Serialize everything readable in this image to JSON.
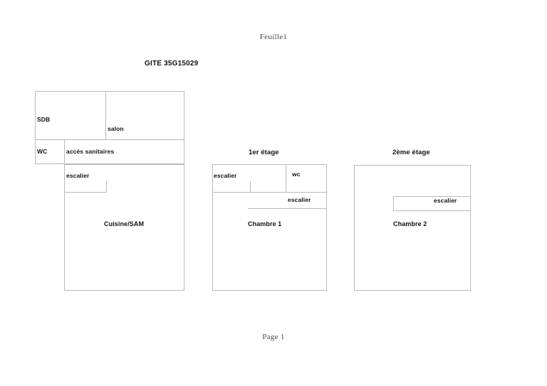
{
  "sheet": {
    "header": "Feuille1",
    "footer": "Page 1"
  },
  "document": {
    "title": "GITE 35G15029"
  },
  "plans": [
    {
      "id": "ground-floor",
      "title": "",
      "rooms": [
        {
          "name": "sdb",
          "label": "SDB"
        },
        {
          "name": "salon",
          "label": "salon"
        },
        {
          "name": "wc",
          "label": "WC"
        },
        {
          "name": "acces-sanitaires",
          "label": "accés sanitaires"
        },
        {
          "name": "escalier",
          "label": "escalier"
        },
        {
          "name": "cuisine-sam",
          "label": "Cuisine/SAM"
        }
      ]
    },
    {
      "id": "first-floor",
      "title": "1er étage",
      "rooms": [
        {
          "name": "escalier",
          "label": "escalier"
        },
        {
          "name": "wc",
          "label": "wc"
        },
        {
          "name": "escalier-2",
          "label": "escalier"
        },
        {
          "name": "chambre-1",
          "label": "Chambre 1"
        }
      ]
    },
    {
      "id": "second-floor",
      "title": "2ème étage",
      "rooms": [
        {
          "name": "escalier",
          "label": "escalier"
        },
        {
          "name": "chambre-2",
          "label": "Chambre 2"
        }
      ]
    }
  ],
  "colors": {
    "page_background": "#ffffff",
    "wall_line": "#b9b9b9",
    "text": "#111111",
    "header_text": "#4a4a4a"
  }
}
